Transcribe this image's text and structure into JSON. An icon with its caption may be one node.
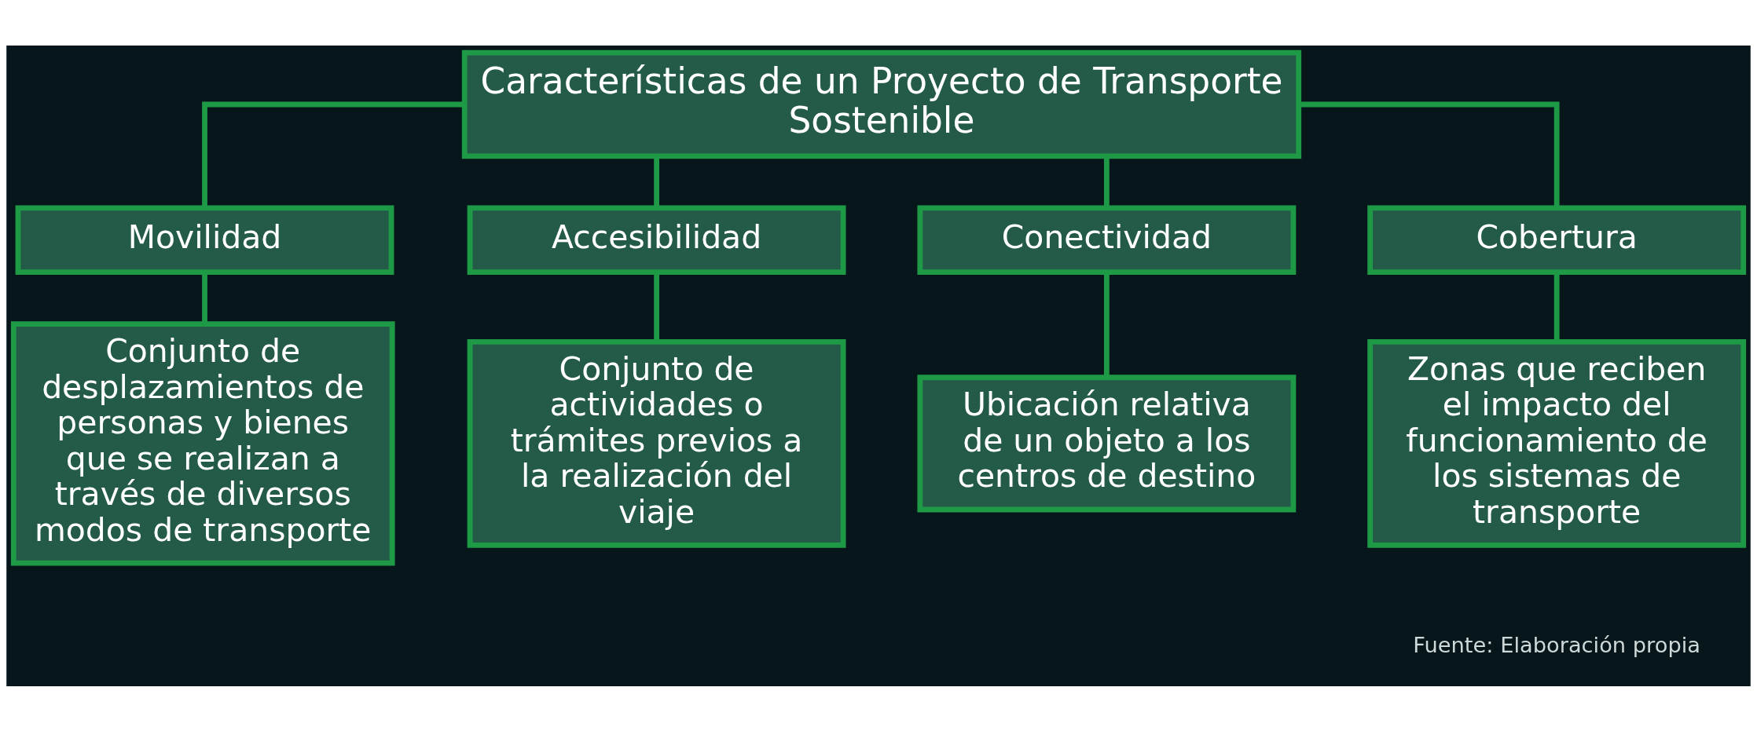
{
  "diagram": {
    "nodes": [
      {
        "text": [
          "Características de un Proyecto de Transporte Sostenible"
        ]
      },
      {
        "text": [
          "Movilidad"
        ]
      },
      {
        "text": [
          "Conjunto de desplazamientos de personas y bienes que se realizan a través de diversos modos de transporte"
        ]
      },
      {
        "text": [
          "Accesibilidad"
        ]
      },
      {
        "text": [
          "Conjunto de actividades o trámites previos a la realización del viaje"
        ]
      },
      {
        "text": [
          "Conectividad"
        ]
      },
      {
        "text": [
          "Ubicación relativa de un objeto a los centros de destino"
        ]
      },
      {
        "text": [
          "Cobertura"
        ]
      },
      {
        "text": [
          "Zonas que reciben el impacto del funcionamiento de los sistemas de transporte"
        ]
      }
    ],
    "edges": [
      {
        "from": 0,
        "to": 1,
        "arrow": "none"
      },
      {
        "from": 0,
        "to": 3,
        "arrow": "none"
      },
      {
        "from": 0,
        "to": 5,
        "arrow": "none"
      },
      {
        "from": 0,
        "to": 7,
        "arrow": "none"
      },
      {
        "from": 1,
        "to": 2,
        "arrow": "none"
      },
      {
        "from": 3,
        "to": 4,
        "arrow": "none"
      },
      {
        "from": 5,
        "to": 6,
        "arrow": "none"
      },
      {
        "from": 7,
        "to": 8,
        "arrow": "none"
      }
    ],
    "labels": [
      "Fuente: Elaboración propia"
    ]
  }
}
